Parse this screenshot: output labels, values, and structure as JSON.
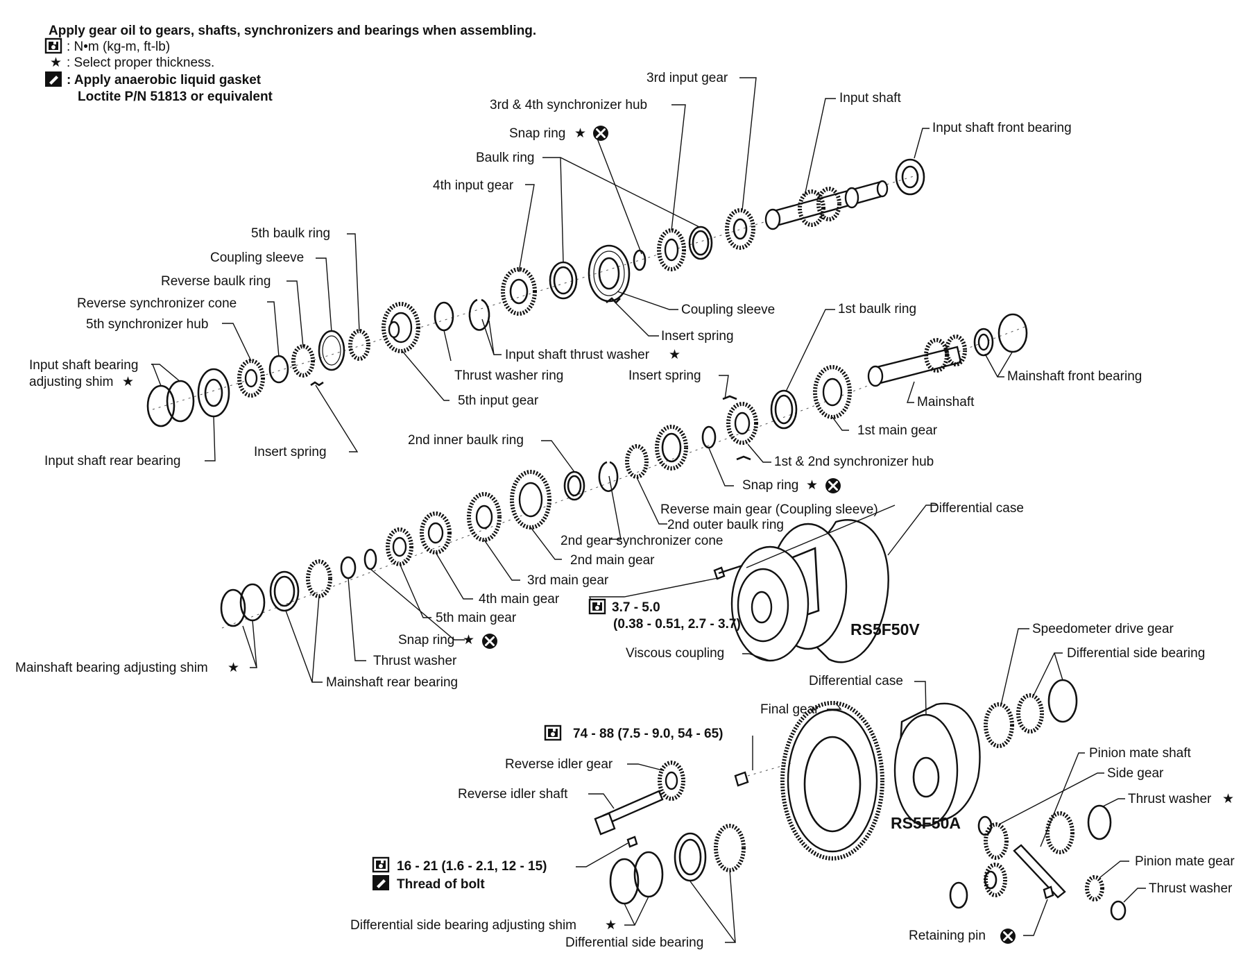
{
  "legend": {
    "heading": "Apply gear oil to gears, shafts, synchronizers and bearings when assembling.",
    "torque_unit": ": N•m (kg-m, ft-lb)",
    "select_thickness": ": Select proper thickness.",
    "gasket_line1": ": Apply anaerobic liquid gasket",
    "gasket_line2": "Loctite P/N 51813 or equivalent"
  },
  "labels": {
    "third_input_gear": "3rd input gear",
    "input_shaft": "Input shaft",
    "third_fourth_sync_hub": "3rd & 4th synchronizer hub",
    "input_shaft_front_bearing": "Input shaft front bearing",
    "snap_ring_top": "Snap ring",
    "baulk_ring": "Baulk ring",
    "fourth_input_gear": "4th input gear",
    "fifth_baulk_ring": "5th baulk ring",
    "coupling_sleeve_left": "Coupling sleeve",
    "reverse_baulk_ring": "Reverse baulk ring",
    "reverse_sync_cone": "Reverse synchronizer cone",
    "fifth_sync_hub": "5th synchronizer hub",
    "input_shaft_bearing_shim_1": "Input shaft bearing",
    "input_shaft_bearing_shim_2": "adjusting shim",
    "coupling_sleeve_right": "Coupling sleeve",
    "insert_spring_top": "Insert spring",
    "input_shaft_thrust_washer": "Input shaft thrust washer",
    "first_baulk_ring": "1st baulk ring",
    "thrust_washer_ring": "Thrust washer ring",
    "insert_spring_mid": "Insert spring",
    "mainshaft_front_bearing": "Mainshaft front bearing",
    "fifth_input_gear": "5th input gear",
    "mainshaft": "Mainshaft",
    "input_shaft_rear_bearing": "Input shaft rear bearing",
    "insert_spring_left": "Insert spring",
    "first_main_gear": "1st main gear",
    "second_inner_baulk_ring": "2nd inner baulk ring",
    "first_second_sync_hub": "1st & 2nd synchronizer hub",
    "snap_ring_mid": "Snap ring",
    "reverse_main_gear": "Reverse main gear (Coupling sleeve)",
    "differential_case_top": "Differential case",
    "second_outer_baulk_ring": "2nd outer baulk ring",
    "second_gear_sync_cone": "2nd gear synchronizer cone",
    "second_main_gear": "2nd main gear",
    "third_main_gear": "3rd main gear",
    "fourth_main_gear": "4th main gear",
    "fifth_main_gear": "5th main gear",
    "torque_viscous_1": "3.7 - 5.0",
    "torque_viscous_2": "(0.38 - 0.51, 2.7 - 3.7)",
    "model_rs5f50v": "RS5F50V",
    "snap_ring_low": "Snap ring",
    "viscous_coupling": "Viscous coupling",
    "thrust_washer_low": "Thrust washer",
    "mainshaft_bearing_shim": "Mainshaft bearing adjusting shim",
    "mainshaft_rear_bearing": "Mainshaft rear bearing",
    "speedometer_drive_gear": "Speedometer drive gear",
    "differential_side_bearing_top": "Differential side bearing",
    "differential_case_bottom": "Differential case",
    "final_gear": "Final gear",
    "torque_final": "74 - 88 (7.5 - 9.0, 54 - 65)",
    "reverse_idler_gear": "Reverse idler gear",
    "reverse_idler_shaft": "Reverse idler shaft",
    "pinion_mate_shaft": "Pinion mate shaft",
    "side_gear": "Side gear",
    "thrust_washer_right": "Thrust washer",
    "model_rs5f50a": "RS5F50A",
    "torque_idler": "16 - 21 (1.6 - 2.1, 12 - 15)",
    "thread_of_bolt": "Thread of bolt",
    "pinion_mate_gear": "Pinion mate gear",
    "thrust_washer_bottom": "Thrust washer",
    "diff_side_bearing_shim": "Differential side bearing adjusting shim",
    "retaining_pin": "Retaining pin",
    "differential_side_bearing_bottom": "Differential side bearing"
  },
  "symbols": {
    "star": "★",
    "torque_icon": "torque-wrench-icon",
    "gasket_icon": "liquid-gasket-icon",
    "replace_icon": "do-not-reuse-icon"
  }
}
